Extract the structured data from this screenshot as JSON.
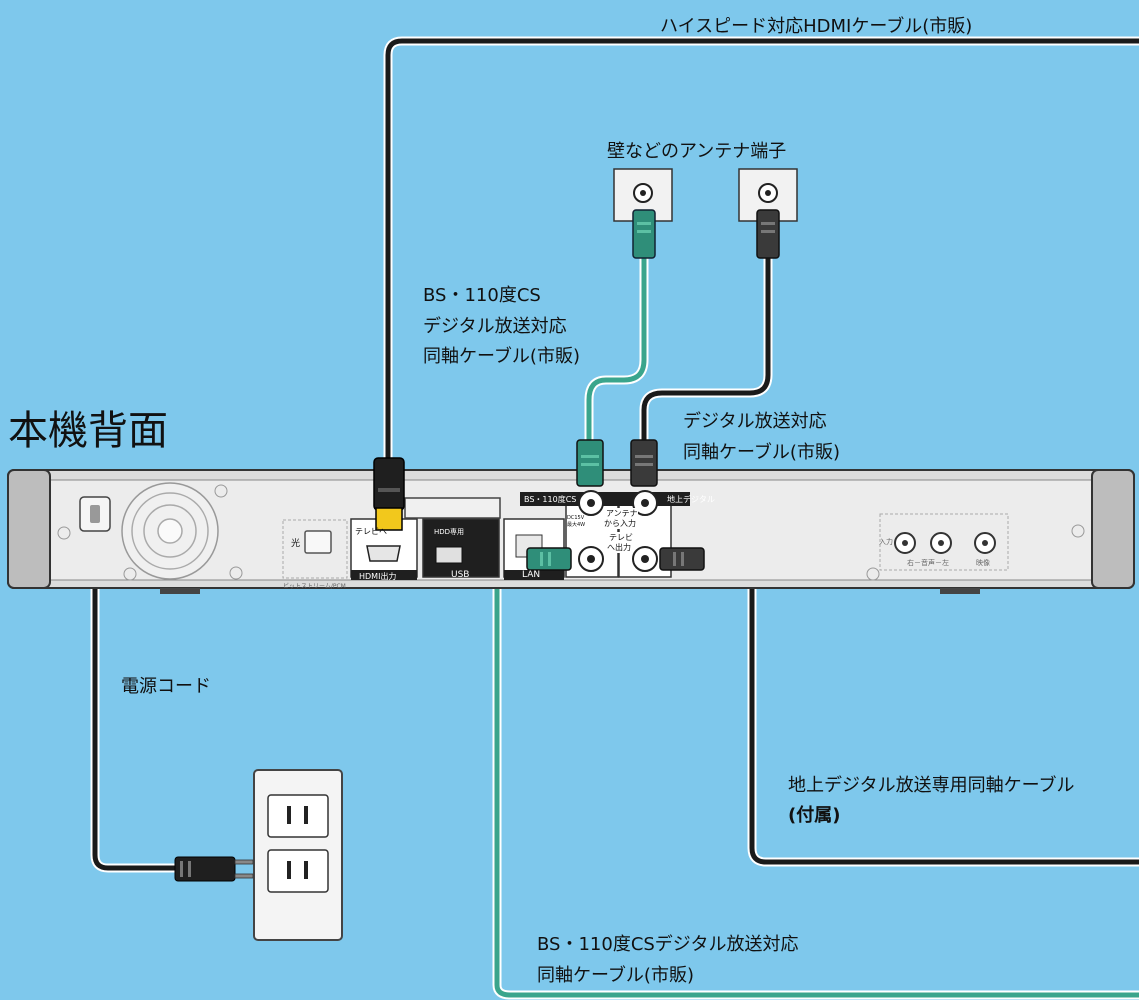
{
  "title": "本機背面",
  "labels": {
    "hdmi_cable": "ハイスピード対応HDMIケーブル(市販)",
    "wall_antenna": "壁などのアンテナ端子",
    "bs_cable_top_1": "BS・110度CS",
    "bs_cable_top_2": "デジタル放送対応",
    "bs_cable_top_3": "同軸ケーブル(市販)",
    "digital_cable_1": "デジタル放送対応",
    "digital_cable_2": "同軸ケーブル(市販)",
    "power_cord": "電源コード",
    "terrestrial_cable_1": "地上デジタル放送専用同軸ケーブル",
    "terrestrial_cable_2": "(付属)",
    "bs_cable_bottom_1": "BS・110度CSデジタル放送対応",
    "bs_cable_bottom_2": "同軸ケーブル(市販)"
  },
  "panel": {
    "bs_input": "BS・110度CS",
    "dc_note_1": "DC15V",
    "dc_note_2": "最大4W",
    "antenna_in_1": "アンテナ",
    "antenna_in_2": "から入力",
    "tv_out_1": "テレビ",
    "tv_out_2": "へ出力",
    "terrestrial": "地上デジタル",
    "optical": "光",
    "bitstream": "ビットストリーム/PCM",
    "hdmi_to_tv": "テレビへ",
    "hdmi_out": "HDMI出力",
    "hdd_only": "HDD専用",
    "usb": "USB",
    "lan": "LAN",
    "input": "入力",
    "audio_rl": "右－音声－左",
    "video": "映像"
  },
  "colors": {
    "background": "#7ec8ec",
    "teal_cable": "#3aa58c",
    "black_cable": "#1a1a1a",
    "device_body": "#e8e8e8",
    "device_dark": "#2e2e2e",
    "hdmi_yellow": "#f2c81c"
  }
}
